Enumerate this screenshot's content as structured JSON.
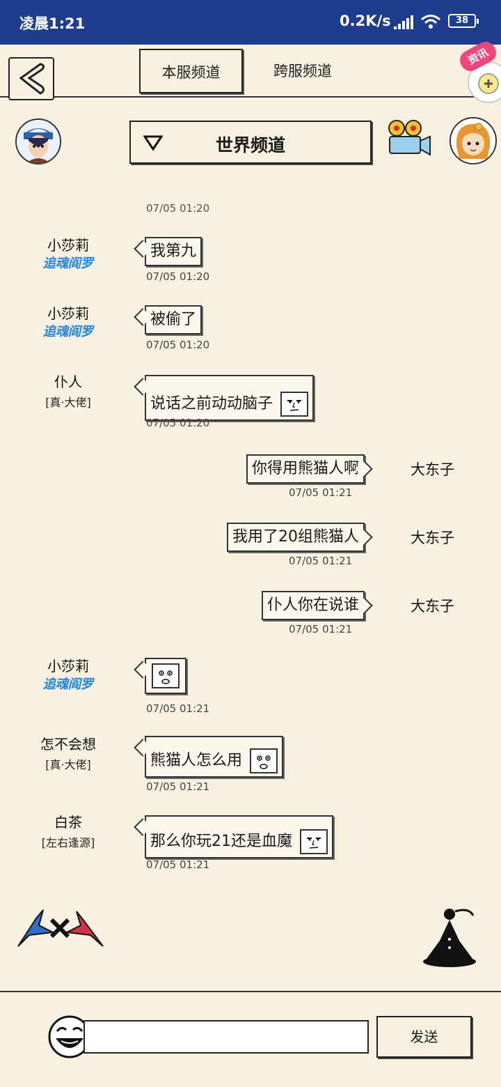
{
  "status_bar": {
    "time": "凌晨1:21",
    "net_speed": "0.2K/s",
    "battery": "38"
  },
  "tabs": [
    {
      "label": "本服频道",
      "active": true
    },
    {
      "label": "跨服频道",
      "active": false
    }
  ],
  "news_badge": "资讯",
  "channel": {
    "label": "世界频道"
  },
  "top_timestamp": "07/05 01:20",
  "messages": [
    {
      "side": "left",
      "name": "小莎莉",
      "tag": "追魂阎罗",
      "tag_style": "blue",
      "text": "我第九",
      "time": "07/05 01:20"
    },
    {
      "side": "left",
      "name": "小莎莉",
      "tag": "追魂阎罗",
      "tag_style": "blue",
      "text": "被偷了",
      "time": "07/05 01:20"
    },
    {
      "side": "left",
      "name": "仆人",
      "tag": "[真·大佬]",
      "tag_style": "plain",
      "text": "说话之前动动脑子",
      "emoji": "smirk-face",
      "time": "07/05 01:20"
    },
    {
      "side": "right",
      "name": "大东子",
      "text": "你得用熊猫人啊",
      "time": "07/05 01:21"
    },
    {
      "side": "right",
      "name": "大东子",
      "text": "我用了20组熊猫人",
      "time": "07/05 01:21"
    },
    {
      "side": "right",
      "name": "大东子",
      "text": "仆人你在说谁",
      "time": "07/05 01:21"
    },
    {
      "side": "left",
      "name": "小莎莉",
      "tag": "追魂阎罗",
      "tag_style": "blue",
      "text": "",
      "emoji": "surprised-face",
      "time": "07/05 01:21"
    },
    {
      "side": "left",
      "name": "怎不会想",
      "tag": "[真·大佬]",
      "tag_style": "plain",
      "text": "熊猫人怎么用",
      "emoji": "surprised-face",
      "time": "07/05 01:21"
    },
    {
      "side": "left",
      "name": "白茶",
      "tag": "[左右逢源]",
      "tag_style": "plain",
      "text": "那么你玩21还是血魔",
      "emoji": "smirk-face",
      "time": "07/05 01:21"
    }
  ],
  "input": {
    "value": "",
    "placeholder": ""
  },
  "send_label": "发送",
  "colors": {
    "status_bar": "#1e3d8f",
    "background": "#f7f1e1",
    "tag_blue": "#2b84d8",
    "badge_pink": "#f0467b"
  }
}
